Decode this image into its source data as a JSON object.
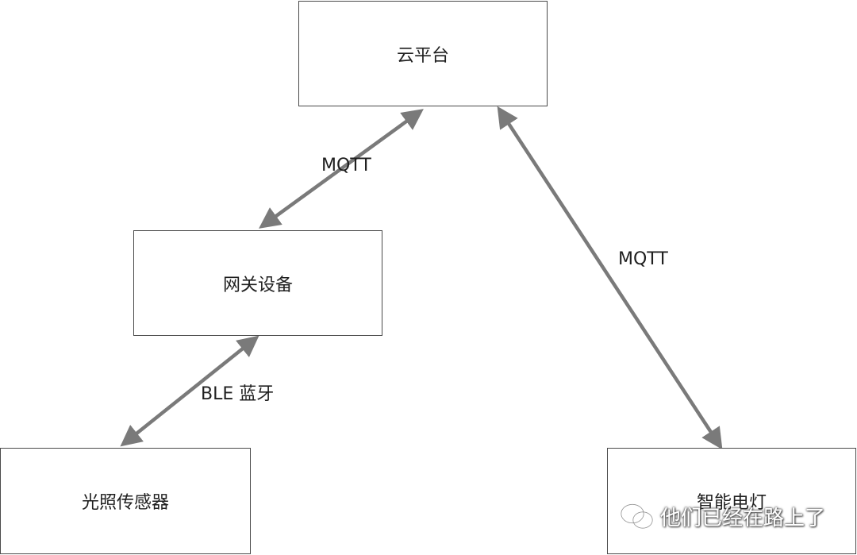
{
  "nodes": {
    "cloud": "云平台",
    "gateway": "网关设备",
    "sensor": "光照传感器",
    "lamp": "智能电灯"
  },
  "edges": {
    "cloud_gateway": "MQTT",
    "cloud_lamp": "MQTT",
    "gateway_sensor": "BLE 蓝牙"
  },
  "watermark": {
    "text": "他们已经在路上了",
    "icon": "wechat-icon"
  },
  "colors": {
    "arrow": "#7a7a7a",
    "border": "#4a4a4a"
  }
}
